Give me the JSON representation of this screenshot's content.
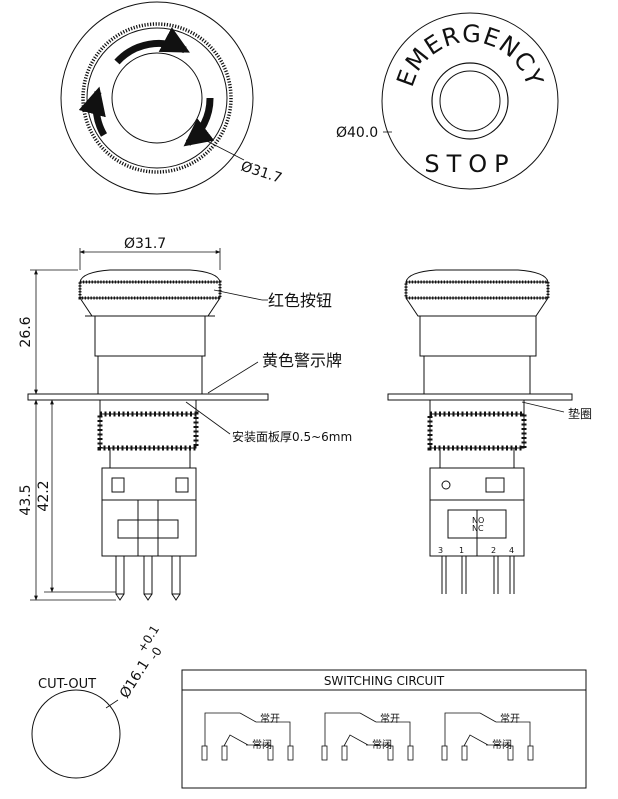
{
  "top_view": {
    "diameter": "Ø31.7"
  },
  "label_plate": {
    "diameter": "Ø40.0",
    "top_text": "EMERGENCY",
    "bottom_text": "STOP"
  },
  "front_view": {
    "width": "Ø31.7",
    "height_top": "26.6",
    "height_total": "43.5",
    "height_body": "42.2",
    "label_red_button": "红色按钮",
    "label_yellow_plate": "黄色警示牌",
    "label_panel_thickness": "安装面板厚0.5~6mm"
  },
  "side_view": {
    "label_washer": "垫圈",
    "terminal_no": "NO",
    "terminal_nc": "NC",
    "pins": [
      "3",
      "1",
      "2",
      "4"
    ]
  },
  "cutout": {
    "title": "CUT-OUT",
    "diameter": "Ø16.1",
    "tol_plus": "+0.1",
    "tol_minus": "-0"
  },
  "switching_circuit": {
    "title": "SWITCHING CIRCUIT",
    "no_label": "常开",
    "nc_label": "常闭"
  }
}
